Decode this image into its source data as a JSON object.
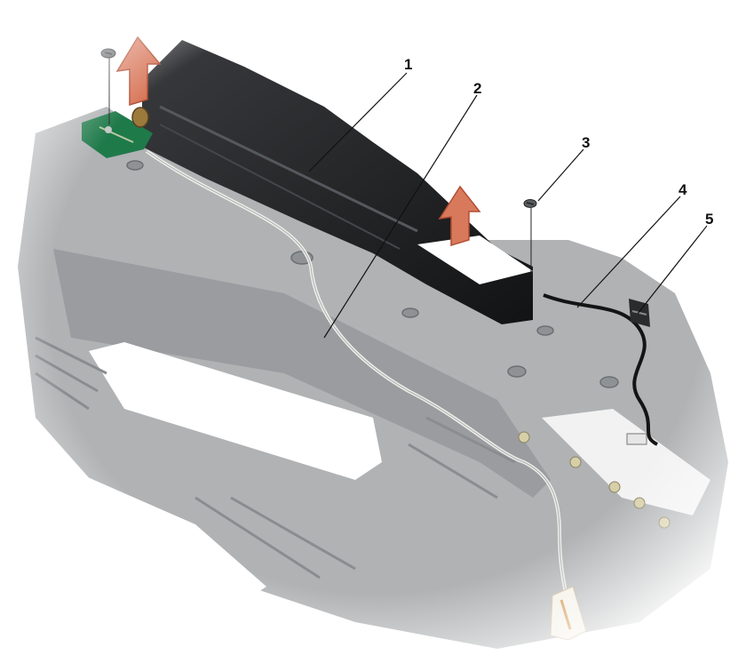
{
  "callouts": [
    {
      "number": "1"
    },
    {
      "number": "2"
    },
    {
      "number": "3"
    },
    {
      "number": "4"
    },
    {
      "number": "5"
    }
  ],
  "colors": {
    "chassis": "#a9abad",
    "chassis_shadow": "#7c7f82",
    "chassis_light": "#c9cbcd",
    "housing": "#1e1f21",
    "board": "#1f7a4a",
    "arrow": "#d9795c",
    "arrow_edge": "#b24e33",
    "cable_white": "#eeeeea",
    "cable_black": "#141414",
    "leader": "#111111"
  },
  "icons": {
    "screw": "screw-icon",
    "lift_arrow": "lift-arrow-icon"
  }
}
